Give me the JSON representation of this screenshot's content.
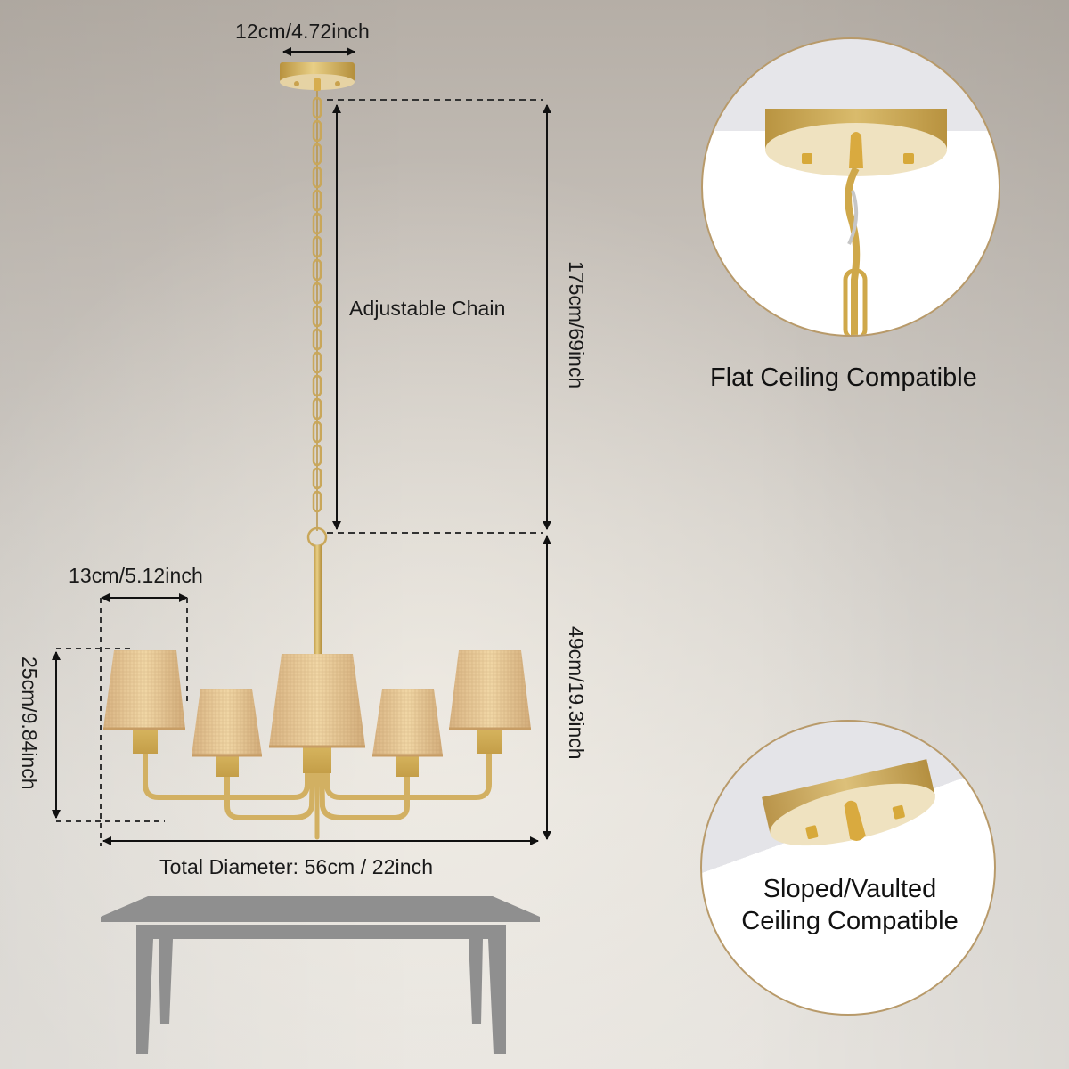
{
  "product": {
    "type": "5-light chandelier dimension diagram",
    "finish_color": "#d4b05a",
    "shade_color": "#e2c08e",
    "table_color": "#8f8f8f"
  },
  "dimensions": {
    "canopy_width": "12cm/4.72inch",
    "chain_label": "Adjustable Chain",
    "chain_length": "175cm/69inch",
    "shade_width": "13cm/5.12inch",
    "shade_height": "25cm/9.84inch",
    "fixture_height": "49cm/19.3inch",
    "total_diameter": "Total Diameter: 56cm / 22inch"
  },
  "callouts": [
    {
      "id": "flat",
      "label": "Flat Ceiling Compatible"
    },
    {
      "id": "sloped",
      "label_line1": "Sloped/Vaulted",
      "label_line2": "Ceiling Compatible"
    }
  ]
}
